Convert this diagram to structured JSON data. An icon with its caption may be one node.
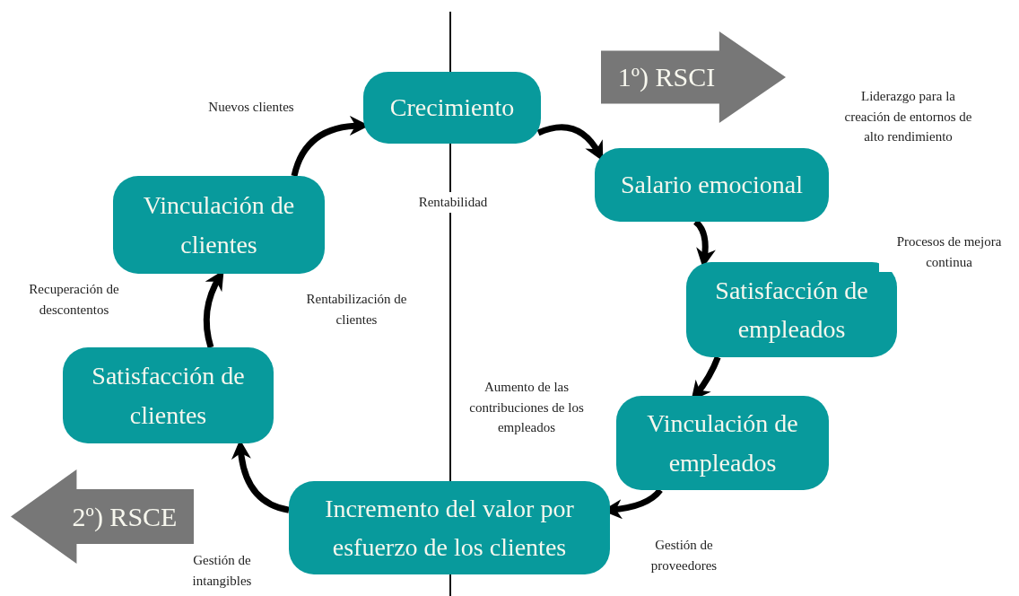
{
  "diagram": {
    "nodes": [
      {
        "text": [
          "Crecimiento"
        ]
      },
      {
        "text": [
          "Salario emocional"
        ]
      },
      {
        "text": [
          "Satisfacción de empleados"
        ]
      },
      {
        "text": [
          "Vinculación de empleados"
        ]
      },
      {
        "text": [
          "Incremento del valor por esfuerzo de los clientes"
        ]
      },
      {
        "text": [
          "Satisfacción de clientes"
        ]
      },
      {
        "text": [
          "Vinculación de clientes"
        ]
      },
      {
        "text": [
          "1º) RSCI"
        ]
      },
      {
        "text": [
          "2º) RSCE"
        ]
      }
    ],
    "edges": [
      {
        "from": 0,
        "to": 1,
        "arrow": "to"
      },
      {
        "from": 1,
        "to": 2,
        "arrow": "to"
      },
      {
        "from": 2,
        "to": 3,
        "arrow": "to"
      },
      {
        "from": 3,
        "to": 4,
        "arrow": "to"
      },
      {
        "from": 4,
        "to": 5,
        "arrow": "to"
      },
      {
        "from": 5,
        "to": 6,
        "arrow": "to"
      },
      {
        "from": 6,
        "to": 0,
        "arrow": "to"
      }
    ],
    "labels": [
      "Nuevos clientes",
      "Liderazgo para la creación de entornos de alto rendimiento",
      "Rentabilidad",
      "Procesos de mejora continua",
      "Recuperación de descontentos",
      "Rentabilización de clientes",
      "Aumento de las contribuciones de los empleados",
      "Gestión de proveedores",
      "Gestión de intangibles"
    ]
  }
}
